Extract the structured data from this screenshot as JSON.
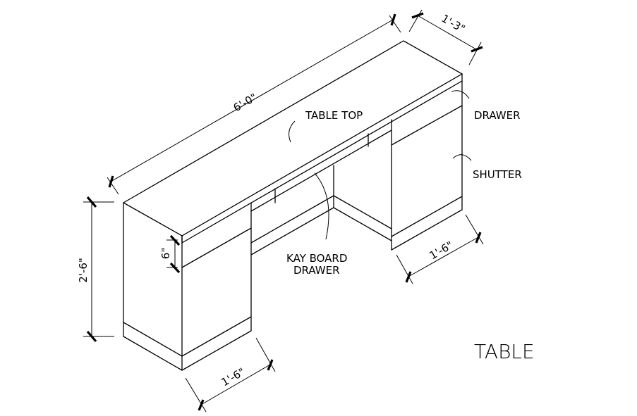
{
  "drawing": {
    "title": "TABLE",
    "subject": "Isometric computer table with drawers and shutters"
  },
  "labels": {
    "table_top": "TABLE TOP",
    "drawer": "DRAWER",
    "shutter": "SHUTTER",
    "keyboard_drawer_line1": "KAY BOARD",
    "keyboard_drawer_line2": "DRAWER"
  },
  "dimensions": {
    "length": "6'-0\"",
    "depth": "1'-3\"",
    "height": "2'-6\"",
    "drawer_height": "6\"",
    "left_pedestal_width": "1'-6\"",
    "right_pedestal_width": "1'-6\""
  },
  "colors": {
    "line": "#000000",
    "background": "#ffffff"
  }
}
